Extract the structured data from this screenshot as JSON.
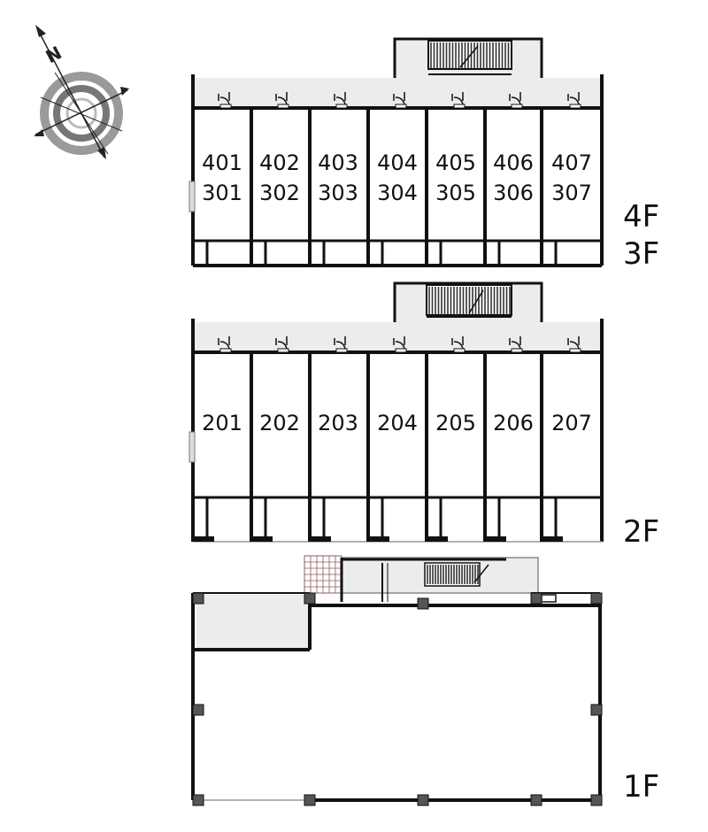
{
  "compass": {
    "north_label": "N",
    "icon": "compass-rose-icon"
  },
  "upper_block": {
    "units_top": [
      "401",
      "402",
      "403",
      "404",
      "405",
      "406",
      "407"
    ],
    "units_bottom": [
      "301",
      "302",
      "303",
      "304",
      "305",
      "306",
      "307"
    ],
    "floor_labels": [
      "4F",
      "3F"
    ]
  },
  "middle_block": {
    "units": [
      "201",
      "202",
      "203",
      "204",
      "205",
      "206",
      "207"
    ],
    "floor_label": "2F"
  },
  "ground_block": {
    "floor_label": "1F"
  },
  "colors": {
    "wall": "#111111",
    "corridor": "#ececec",
    "stair": "#555555",
    "compass_gray": "#9a9a9a"
  }
}
